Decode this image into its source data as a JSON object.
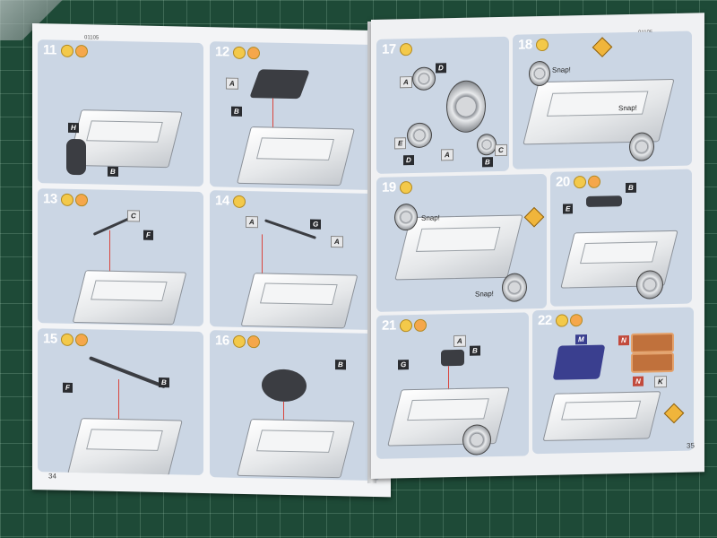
{
  "left_page": {
    "code": "01105",
    "page_number": "34",
    "steps": [
      {
        "num": "11",
        "tags": [
          "H",
          "B"
        ]
      },
      {
        "num": "12",
        "tags": [
          "A",
          "B"
        ]
      },
      {
        "num": "13",
        "tags": [
          "C",
          "F"
        ]
      },
      {
        "num": "14",
        "tags": [
          "A",
          "G",
          "A"
        ]
      },
      {
        "num": "15",
        "tags": [
          "F",
          "B"
        ]
      },
      {
        "num": "16",
        "tags": [
          "B"
        ]
      }
    ]
  },
  "right_page": {
    "code": "01105",
    "page_number": "35",
    "steps": [
      {
        "num": "17",
        "tags": [
          "A",
          "D",
          "E",
          "A",
          "D",
          "B",
          "C"
        ]
      },
      {
        "num": "18",
        "tags": [
          "Snap!",
          "Snap!"
        ]
      },
      {
        "num": "19",
        "tags": [
          "Snap!",
          "Snap!"
        ]
      },
      {
        "num": "20",
        "tags": [
          "B",
          "E"
        ]
      },
      {
        "num": "21",
        "tags": [
          "A",
          "G",
          "B"
        ]
      },
      {
        "num": "22",
        "tags": [
          "M",
          "N",
          "N",
          "K"
        ]
      }
    ]
  },
  "colors": {
    "panel": "#cbd6e4",
    "mat": "#1e4a37",
    "arrow": "#d9453d"
  }
}
